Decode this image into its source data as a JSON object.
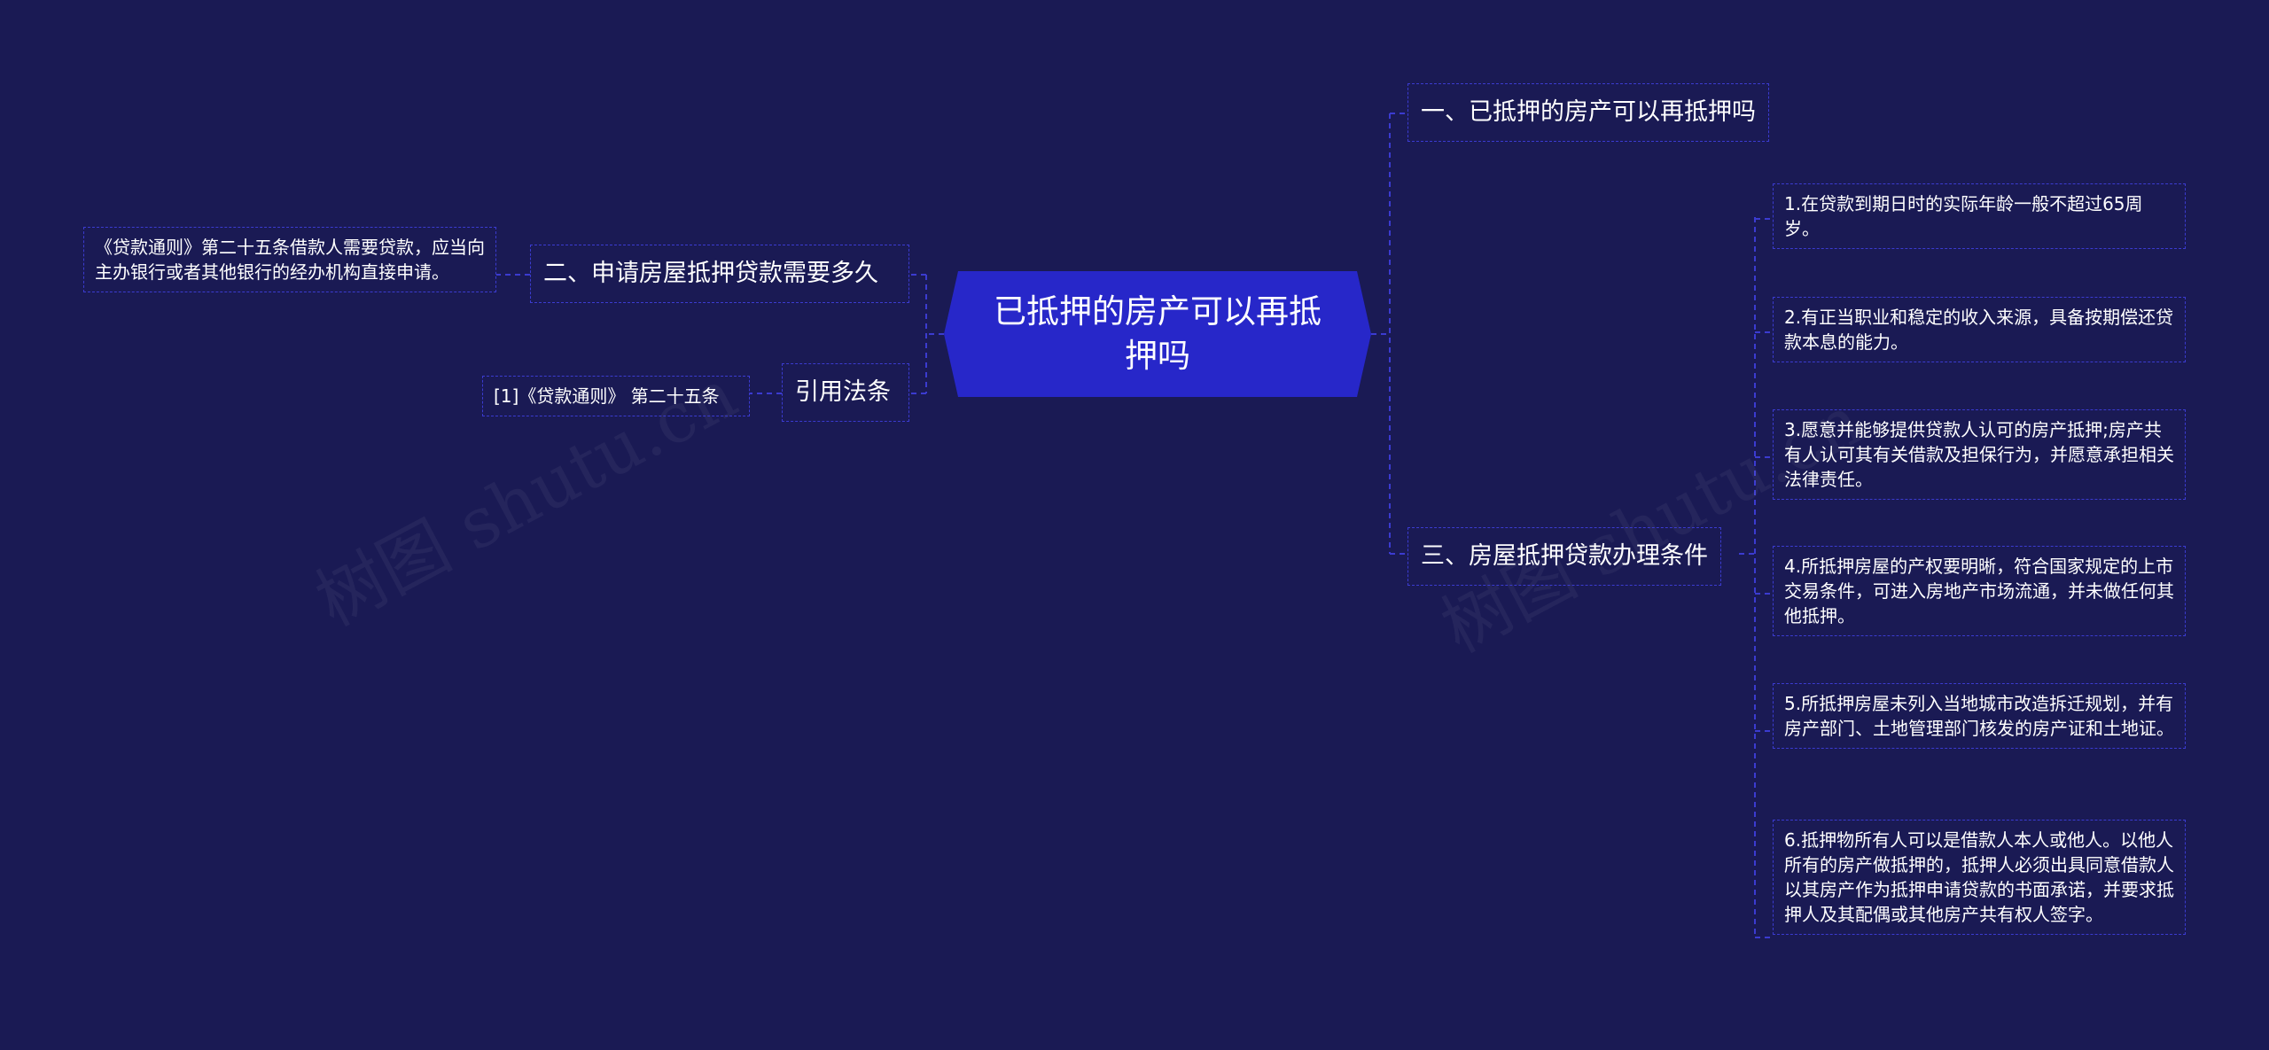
{
  "root": {
    "title": "已抵押的房产可以再抵押吗"
  },
  "right": {
    "branch1": {
      "label": "一、已抵押的房产可以再抵押吗"
    },
    "branch3": {
      "label": "三、房屋抵押贷款办理条件",
      "items": [
        "1.在贷款到期日时的实际年龄一般不超过65周岁。",
        "2.有正当职业和稳定的收入来源，具备按期偿还贷款本息的能力。",
        "3.愿意并能够提供贷款人认可的房产抵押;房产共有人认可其有关借款及担保行为，并愿意承担相关法律责任。",
        "4.所抵押房屋的产权要明晰，符合国家规定的上市交易条件，可进入房地产市场流通，并未做任何其他抵押。",
        "5.所抵押房屋未列入当地城市改造拆迁规划，并有房产部门、土地管理部门核发的房产证和土地证。",
        "6.抵押物所有人可以是借款人本人或他人。以他人所有的房产做抵押的，抵押人必须出具同意借款人以其房产作为抵押申请贷款的书面承诺，并要求抵押人及其配偶或其他房产共有权人签字。"
      ]
    }
  },
  "left": {
    "branch2": {
      "label": "二、申请房屋抵押贷款需要多久",
      "detail": "《贷款通则》第二十五条借款人需要贷款，应当向主办银行或者其他银行的经办机构直接申请。"
    },
    "refs": {
      "label": "引用法条",
      "detail": "[1]《贷款通则》 第二十五条"
    }
  },
  "colors": {
    "background": "#1a1a54",
    "root_fill": "#2727c9",
    "border": "#3b3bd0"
  },
  "watermark": "树图 shutu.cn"
}
